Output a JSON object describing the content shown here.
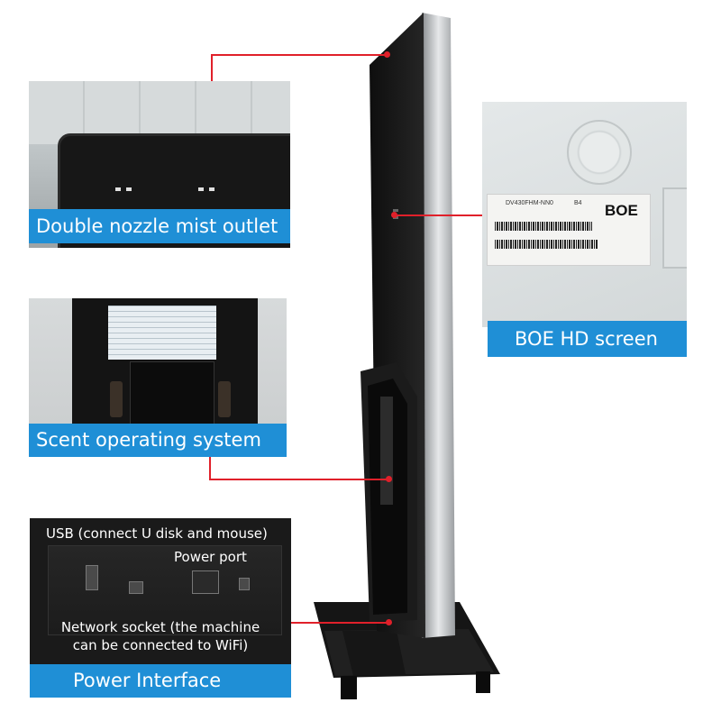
{
  "captions": {
    "mist": "Double nozzle mist outlet",
    "boe": "BOE HD screen",
    "scent": "Scent operating system",
    "power": "Power Interface"
  },
  "power_photo": {
    "usb": "USB (connect U disk and mouse)",
    "power_port": "Power port",
    "network_line1": "Network socket (the machine",
    "network_line2": "can be connected to WiFi)"
  },
  "boe_label": {
    "model": "DV430FHM-NN0",
    "rev": "B4",
    "brand": "BOE"
  },
  "colors": {
    "caption_bg": "#1f8fd6",
    "leader": "#e0202a"
  }
}
